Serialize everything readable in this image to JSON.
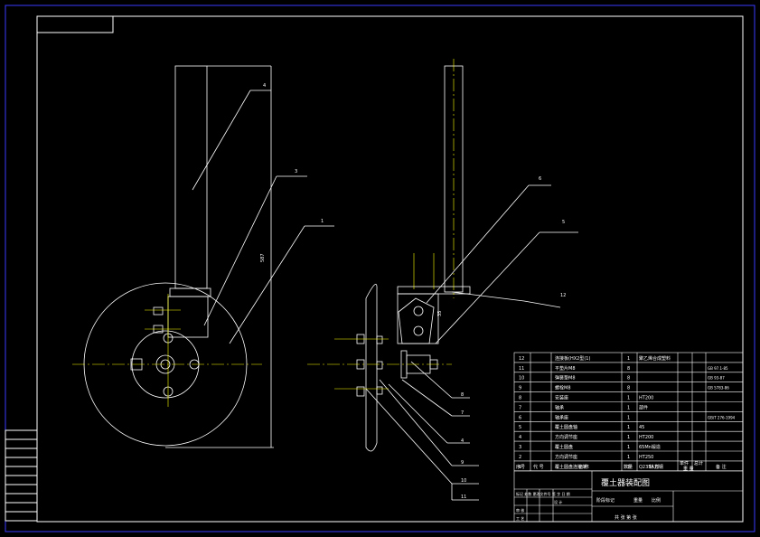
{
  "title_block": {
    "drawing_title": "覆土器装配图",
    "header": {
      "seq": "序号",
      "code": "代 号",
      "name": "名 称",
      "qty": "数量",
      "material": "材 料",
      "unit": "单件",
      "total": "总计",
      "weight": "重 量",
      "remark": "备 注"
    },
    "sign_rows": [
      "标记 处数 更改文件号 签 字 日 期",
      "设 计",
      "审 核",
      "工 艺"
    ],
    "stage": "阶段标记",
    "weight_label": "重量",
    "scale_label": "比例",
    "sheet_labels": "共 张 第 张"
  },
  "parts_list": [
    {
      "no": "12",
      "name": "连接板(HX2型(1)",
      "qty": "1",
      "material": "聚乙烯合成塑料",
      "std": ""
    },
    {
      "no": "11",
      "name": "平垫片M8",
      "qty": "8",
      "material": "",
      "std": "GB 97.1-85"
    },
    {
      "no": "10",
      "name": "弹簧垫M8",
      "qty": "8",
      "material": "",
      "std": "GB 93-87"
    },
    {
      "no": "9",
      "name": "螺栓M8",
      "qty": "8",
      "material": "",
      "std": "GB 5783-86"
    },
    {
      "no": "8",
      "name": "安装座",
      "qty": "1",
      "material": "HT200",
      "std": ""
    },
    {
      "no": "7",
      "name": "轴承",
      "qty": "1",
      "material": "部件",
      "std": ""
    },
    {
      "no": "6",
      "name": "轴承座",
      "qty": "1",
      "material": "",
      "std": "GB/T 276-1994"
    },
    {
      "no": "5",
      "name": "覆土圆盘轴",
      "qty": "1",
      "material": "45",
      "std": ""
    },
    {
      "no": "4",
      "name": "方向调节座",
      "qty": "1",
      "material": "HT200",
      "std": ""
    },
    {
      "no": "3",
      "name": "覆土圆盘",
      "qty": "1",
      "material": "65Mn锻造",
      "std": ""
    },
    {
      "no": "2",
      "name": "方向调节座",
      "qty": "1",
      "material": "HT250",
      "std": ""
    },
    {
      "no": "1",
      "name": "覆土圆盘连接架",
      "qty": "1",
      "material": "Q235A方钢",
      "std": ""
    }
  ],
  "balloons": {
    "front": [
      "4",
      "3",
      "1"
    ],
    "side": [
      "6",
      "5",
      "12",
      "8",
      "7",
      "4",
      "9",
      "10",
      "11"
    ]
  },
  "dimensions": {
    "overall_height": "587",
    "offset": "35"
  },
  "colors": {
    "background": "#000000",
    "line": "#ffffff",
    "center": "#ffff00",
    "hidden": "#00c8ff",
    "frame": "#ffffff"
  }
}
